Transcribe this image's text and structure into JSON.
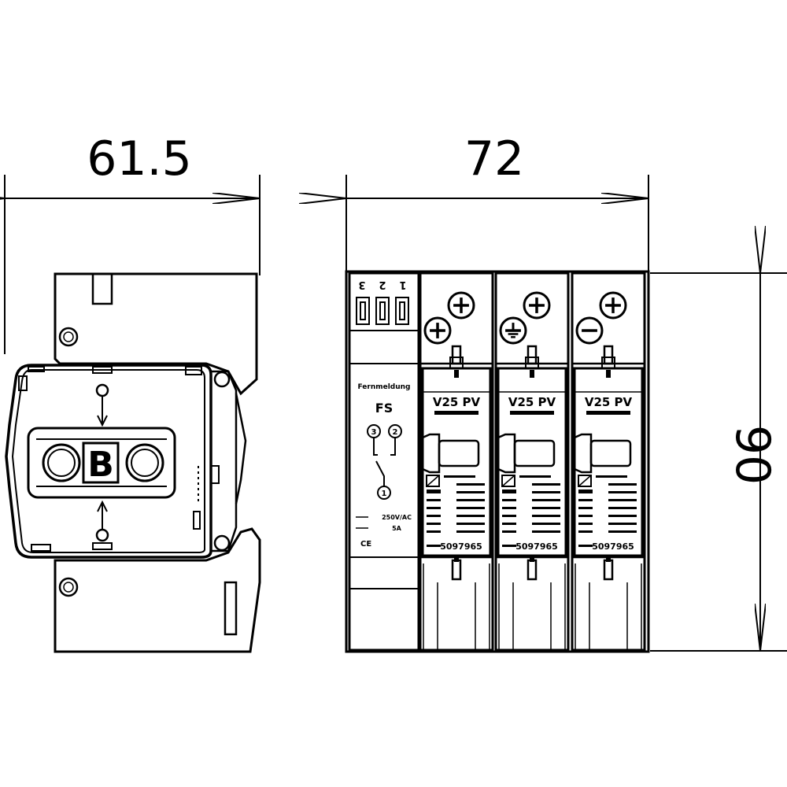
{
  "dimensions": {
    "side_width": "61.5",
    "front_width": "72",
    "height": "90"
  },
  "logo": {
    "letter1": "O",
    "letter2": "B",
    "letter3": "O"
  },
  "fs_module": {
    "terminal_labels": [
      "3",
      "2",
      "1"
    ],
    "header_text": "Fernmeldung",
    "name": "FS",
    "contact_labels": [
      "3",
      "2",
      "1"
    ],
    "ratings": [
      "250V/AC",
      "5A"
    ],
    "mark": "CE"
  },
  "modules": [
    {
      "label": "V25 PV",
      "polarity_top": "+",
      "polarity_bottom": "+",
      "article": "5097965"
    },
    {
      "label": "V25 PV",
      "polarity_top": "+",
      "polarity_bottom": "earth",
      "article": "5097965"
    },
    {
      "label": "V25 PV",
      "polarity_top": "+",
      "polarity_bottom": "-",
      "article": "5097965"
    }
  ]
}
